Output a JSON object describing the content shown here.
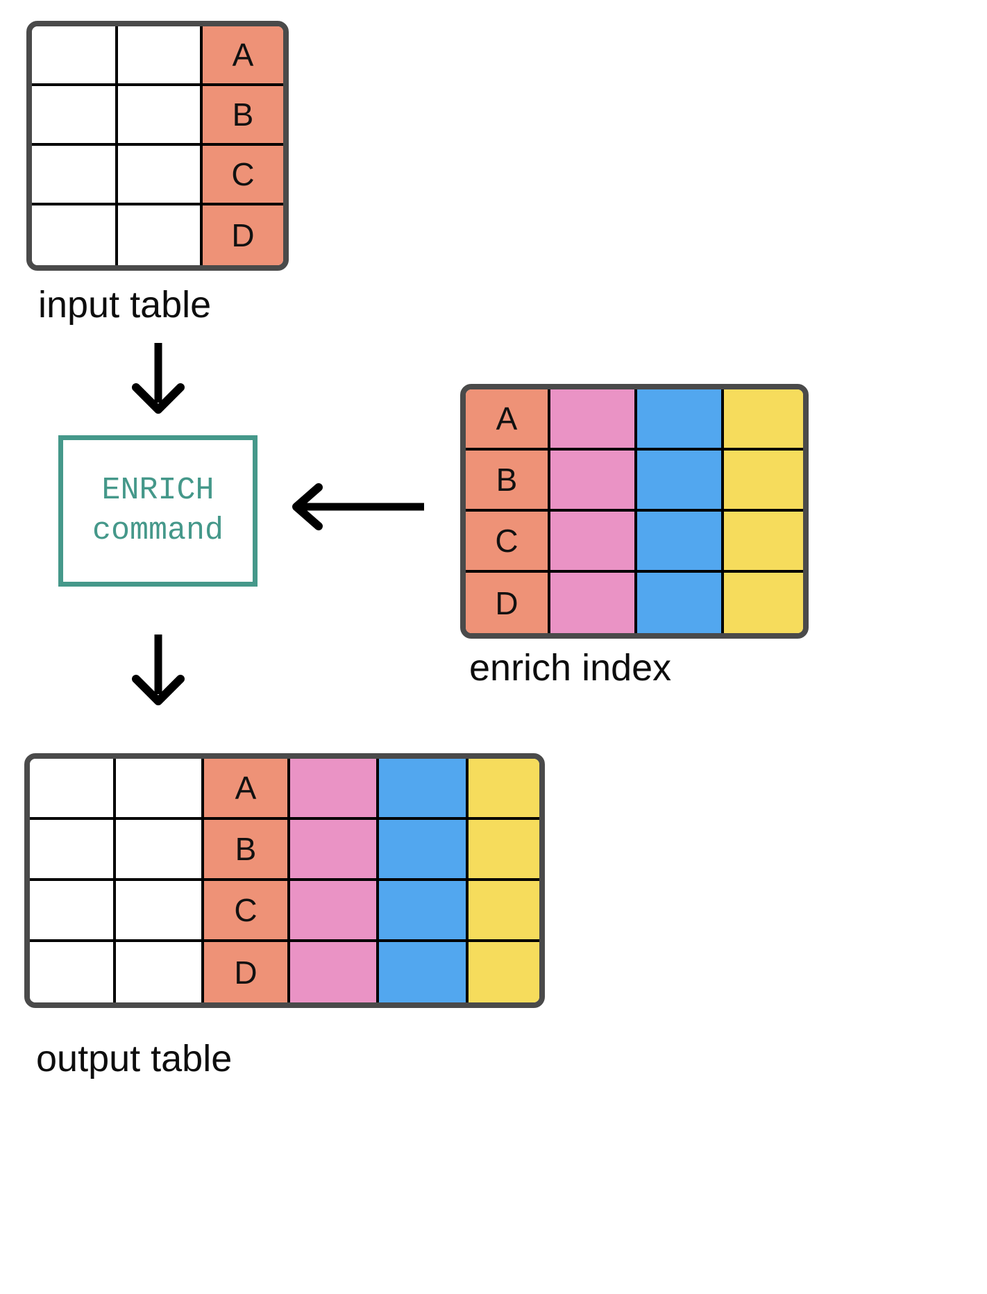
{
  "diagram": {
    "title_implicit": "ENRICH command flow",
    "colors": {
      "salmon": "#EE9277",
      "pink": "#EA93C5",
      "blue": "#52A7EF",
      "yellow": "#F6DC5C",
      "teal": "#45988A",
      "border_dark": "#4A4A4A",
      "grid_line": "#000000",
      "white": "#FFFFFF"
    }
  },
  "input_table": {
    "caption": "input table",
    "columns": 3,
    "rows": [
      {
        "cells": [
          {
            "text": "",
            "fill": "white"
          },
          {
            "text": "",
            "fill": "white"
          },
          {
            "text": "A",
            "fill": "salmon"
          }
        ]
      },
      {
        "cells": [
          {
            "text": "",
            "fill": "white"
          },
          {
            "text": "",
            "fill": "white"
          },
          {
            "text": "B",
            "fill": "salmon"
          }
        ]
      },
      {
        "cells": [
          {
            "text": "",
            "fill": "white"
          },
          {
            "text": "",
            "fill": "white"
          },
          {
            "text": "C",
            "fill": "salmon"
          }
        ]
      },
      {
        "cells": [
          {
            "text": "",
            "fill": "white"
          },
          {
            "text": "",
            "fill": "white"
          },
          {
            "text": "D",
            "fill": "salmon"
          }
        ]
      }
    ]
  },
  "enrich_command": {
    "line1": "ENRICH",
    "line2": "command"
  },
  "enrich_index_table": {
    "caption": "enrich index",
    "columns": 4,
    "rows": [
      {
        "cells": [
          {
            "text": "A",
            "fill": "salmon"
          },
          {
            "text": "",
            "fill": "pink"
          },
          {
            "text": "",
            "fill": "blue"
          },
          {
            "text": "",
            "fill": "yellow"
          }
        ]
      },
      {
        "cells": [
          {
            "text": "B",
            "fill": "salmon"
          },
          {
            "text": "",
            "fill": "pink"
          },
          {
            "text": "",
            "fill": "blue"
          },
          {
            "text": "",
            "fill": "yellow"
          }
        ]
      },
      {
        "cells": [
          {
            "text": "C",
            "fill": "salmon"
          },
          {
            "text": "",
            "fill": "pink"
          },
          {
            "text": "",
            "fill": "blue"
          },
          {
            "text": "",
            "fill": "yellow"
          }
        ]
      },
      {
        "cells": [
          {
            "text": "D",
            "fill": "salmon"
          },
          {
            "text": "",
            "fill": "pink"
          },
          {
            "text": "",
            "fill": "blue"
          },
          {
            "text": "",
            "fill": "yellow"
          }
        ]
      }
    ]
  },
  "output_table": {
    "caption": "output table",
    "columns": 6,
    "rows": [
      {
        "cells": [
          {
            "text": "",
            "fill": "white"
          },
          {
            "text": "",
            "fill": "white"
          },
          {
            "text": "A",
            "fill": "salmon"
          },
          {
            "text": "",
            "fill": "pink"
          },
          {
            "text": "",
            "fill": "blue"
          },
          {
            "text": "",
            "fill": "yellow"
          }
        ]
      },
      {
        "cells": [
          {
            "text": "",
            "fill": "white"
          },
          {
            "text": "",
            "fill": "white"
          },
          {
            "text": "B",
            "fill": "salmon"
          },
          {
            "text": "",
            "fill": "pink"
          },
          {
            "text": "",
            "fill": "blue"
          },
          {
            "text": "",
            "fill": "yellow"
          }
        ]
      },
      {
        "cells": [
          {
            "text": "",
            "fill": "white"
          },
          {
            "text": "",
            "fill": "white"
          },
          {
            "text": "C",
            "fill": "salmon"
          },
          {
            "text": "",
            "fill": "pink"
          },
          {
            "text": "",
            "fill": "blue"
          },
          {
            "text": "",
            "fill": "yellow"
          }
        ]
      },
      {
        "cells": [
          {
            "text": "",
            "fill": "white"
          },
          {
            "text": "",
            "fill": "white"
          },
          {
            "text": "D",
            "fill": "salmon"
          },
          {
            "text": "",
            "fill": "pink"
          },
          {
            "text": "",
            "fill": "blue"
          },
          {
            "text": "",
            "fill": "yellow"
          }
        ]
      }
    ]
  },
  "arrows": [
    {
      "name": "input-to-command",
      "direction": "down"
    },
    {
      "name": "command-to-output",
      "direction": "down"
    },
    {
      "name": "index-to-command",
      "direction": "left"
    }
  ]
}
